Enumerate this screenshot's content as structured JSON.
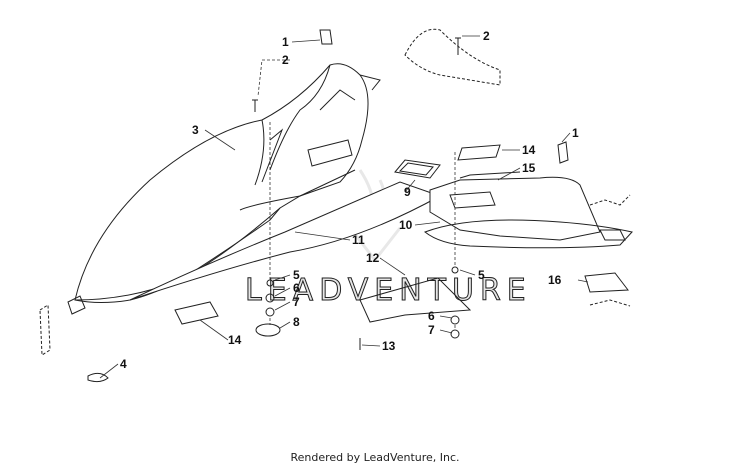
{
  "diagram": {
    "watermark": "LEADVENTURE",
    "footer": "Rendered by LeadVenture, Inc.",
    "callouts": {
      "c1a": "1",
      "c2a": "2",
      "c3": "3",
      "c4": "4",
      "c2b": "2",
      "c14a": "14",
      "c15": "15",
      "c1b": "1",
      "c9": "9",
      "c10": "10",
      "c11": "11",
      "c12": "12",
      "c5a": "5",
      "c6a": "6",
      "c7a": "7",
      "c8": "8",
      "c5b": "5",
      "c6b": "6",
      "c7b": "7",
      "c13": "13",
      "c16": "16",
      "c14b": "14"
    }
  }
}
